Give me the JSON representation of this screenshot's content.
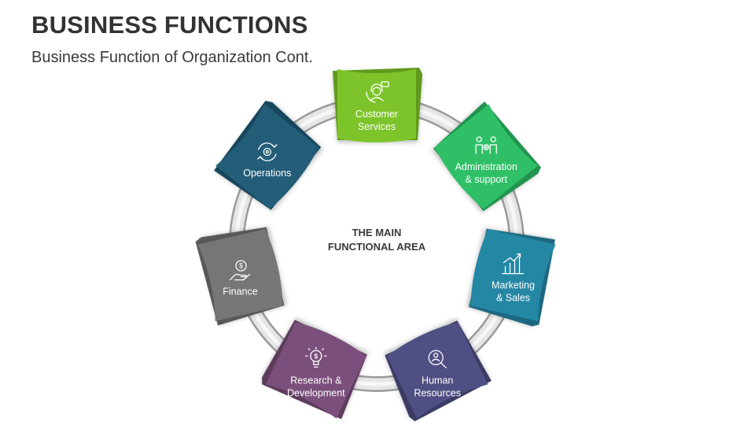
{
  "slide": {
    "title": "BUSINESS FUNCTIONS",
    "subtitle": "Business Function of Organization Cont."
  },
  "center": {
    "lines": [
      "THE MAIN",
      "FUNCTIONAL AREA"
    ]
  },
  "segments": [
    {
      "id": "customer-services",
      "lines": [
        "Customer",
        "Services"
      ],
      "icon": "customer-service-icon",
      "color": "#7dc42a",
      "color_dark": "#5f9a1e"
    },
    {
      "id": "administration-support",
      "lines": [
        "Administration",
        "& support"
      ],
      "icon": "team-gear-icon",
      "color": "#2fc067",
      "color_dark": "#23944f"
    },
    {
      "id": "marketing-sales",
      "lines": [
        "Marketing",
        "& Sales"
      ],
      "icon": "growth-chart-icon",
      "color": "#2487a4",
      "color_dark": "#1b6880"
    },
    {
      "id": "human-resources",
      "lines": [
        "Human",
        "Resources"
      ],
      "icon": "people-search-icon",
      "color": "#4f4f83",
      "color_dark": "#3b3b65"
    },
    {
      "id": "research-development",
      "lines": [
        "Research &",
        "Development"
      ],
      "icon": "lightbulb-head-icon",
      "color": "#7b4f7b",
      "color_dark": "#5d3a5d"
    },
    {
      "id": "finance",
      "lines": [
        "Finance"
      ],
      "icon": "dollar-hand-icon",
      "color": "#767676",
      "color_dark": "#595959"
    },
    {
      "id": "operations",
      "lines": [
        "Operations"
      ],
      "icon": "cycle-gear-icon",
      "color": "#235d78",
      "color_dark": "#19465c"
    }
  ]
}
